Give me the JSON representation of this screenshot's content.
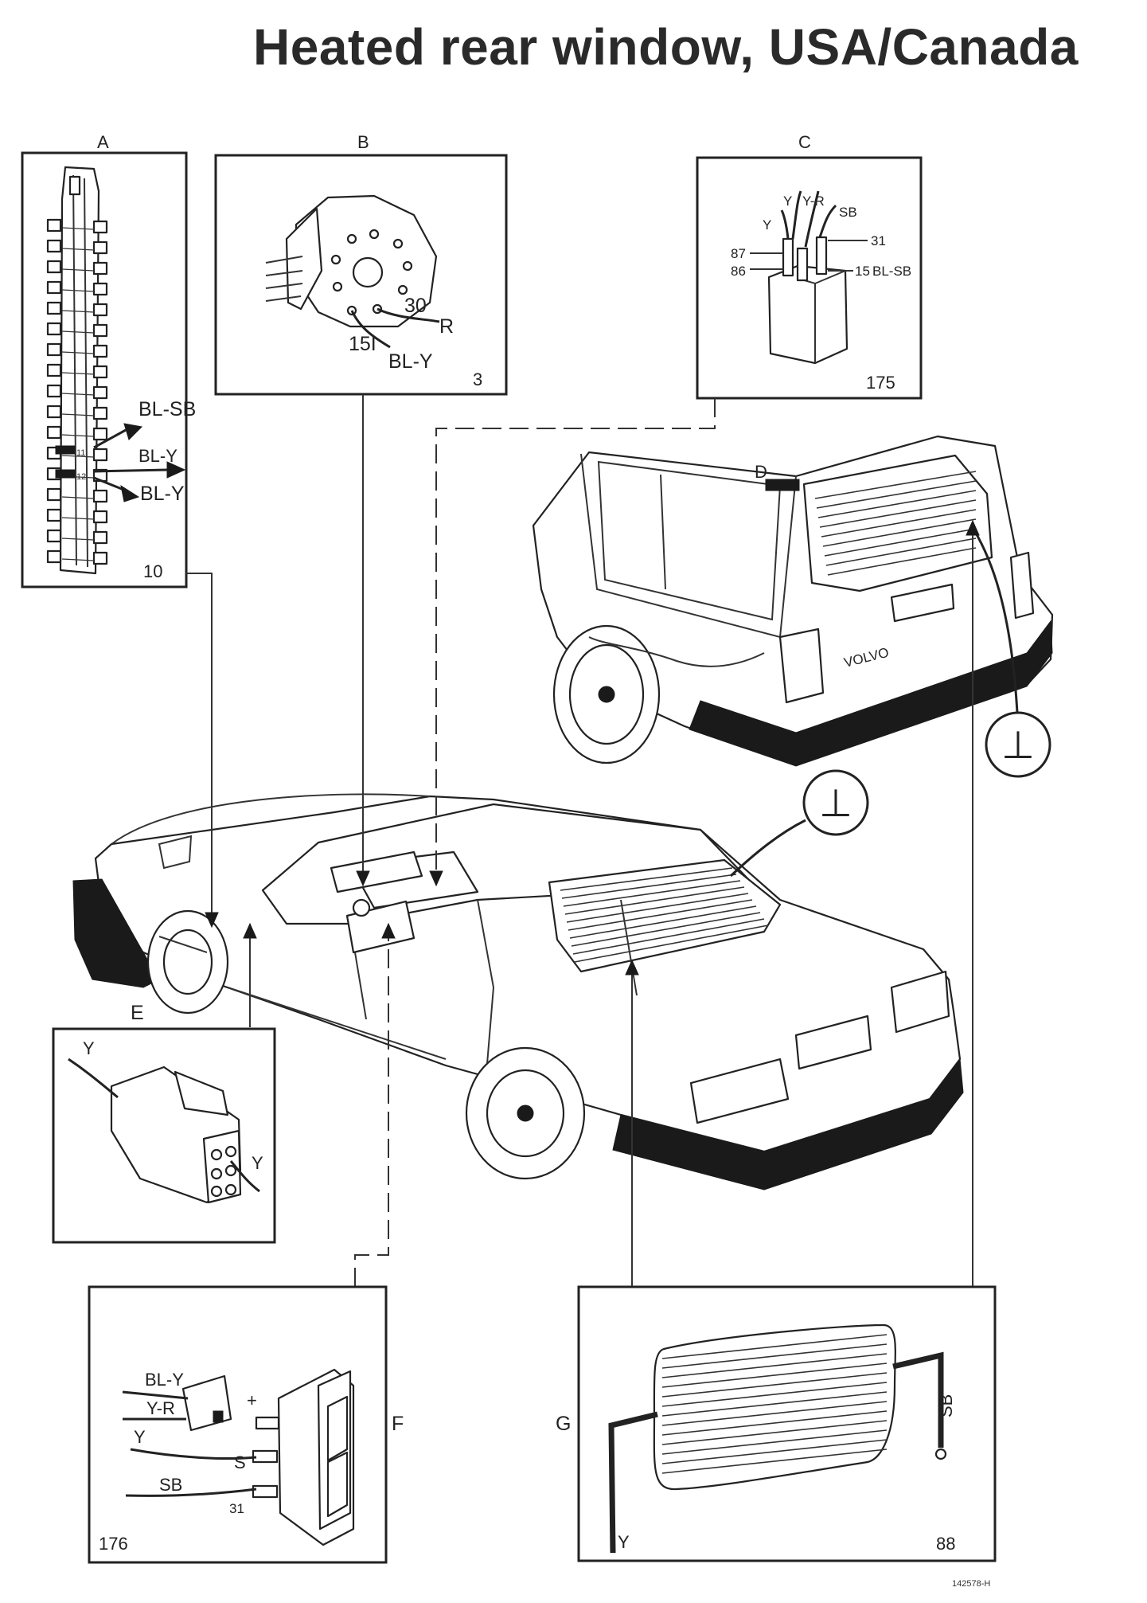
{
  "title": "Heated rear window, USA/Canada",
  "ground_symbol": "⊥",
  "panels": {
    "A": {
      "letter": "A",
      "ref": "10",
      "wires": [
        "BL-SB",
        "BL-Y",
        "BL-Y"
      ],
      "pins": [
        "11",
        "12"
      ]
    },
    "B": {
      "letter": "B",
      "ref": "3",
      "terminals": [
        "30",
        "15I"
      ],
      "wires": [
        "R",
        "BL-Y"
      ]
    },
    "C": {
      "letter": "C",
      "ref": "175",
      "terminals": [
        "87",
        "86",
        "31",
        "15"
      ],
      "wires": [
        "Y",
        "Y-R",
        "SB",
        "Y",
        "BL-SB"
      ]
    },
    "D": {
      "letter": "D"
    },
    "E": {
      "letter": "E",
      "wires": [
        "Y",
        "Y"
      ]
    },
    "F": {
      "letter": "F",
      "ref": "176",
      "wires": [
        "BL-Y",
        "Y-R",
        "Y",
        "SB"
      ],
      "terminals": [
        "+",
        "S",
        "31"
      ]
    },
    "G": {
      "letter": "G",
      "ref": "88",
      "wires": [
        "Y",
        "SB"
      ]
    }
  },
  "car_badge": "VOLVO",
  "figure_id": "142578-H"
}
